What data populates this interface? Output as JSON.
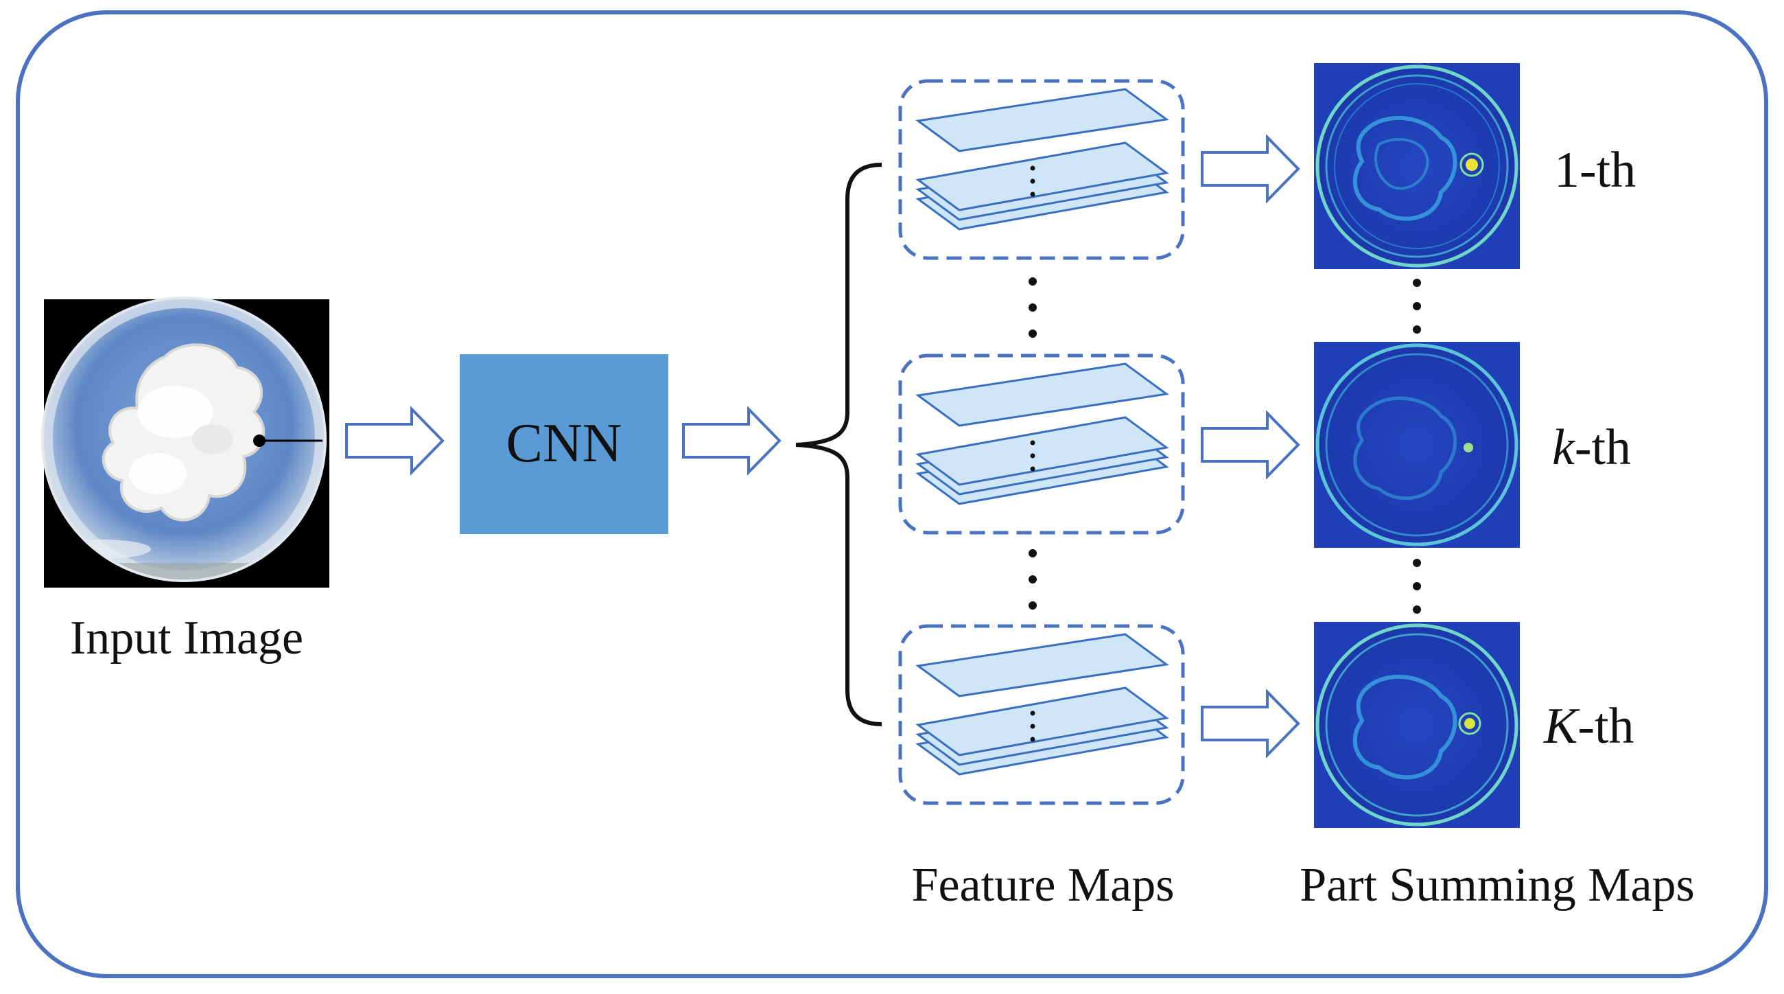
{
  "input": {
    "label": "Input Image",
    "thumbnail": "whole-sky-cloud-image"
  },
  "cnn": {
    "label": "CNN",
    "color": "#5b9bd5"
  },
  "feature_maps": {
    "label": "Feature Maps"
  },
  "part_summing_maps": {
    "label": "Part Summing Maps"
  },
  "rows": [
    {
      "prefix": "",
      "variable": "",
      "suffix": "1-th"
    },
    {
      "prefix": "",
      "variable": "k",
      "suffix": "-th"
    },
    {
      "prefix": "",
      "variable": "K",
      "suffix": "-th"
    }
  ],
  "colors": {
    "frame": "#4a72c0",
    "arrow": "#4a72c0",
    "dashed": "#4a72c0",
    "layer_fill": "#cfe6f8",
    "layer_stroke": "#3a6fc0",
    "heatmap_bg": "#1f3fb8"
  }
}
